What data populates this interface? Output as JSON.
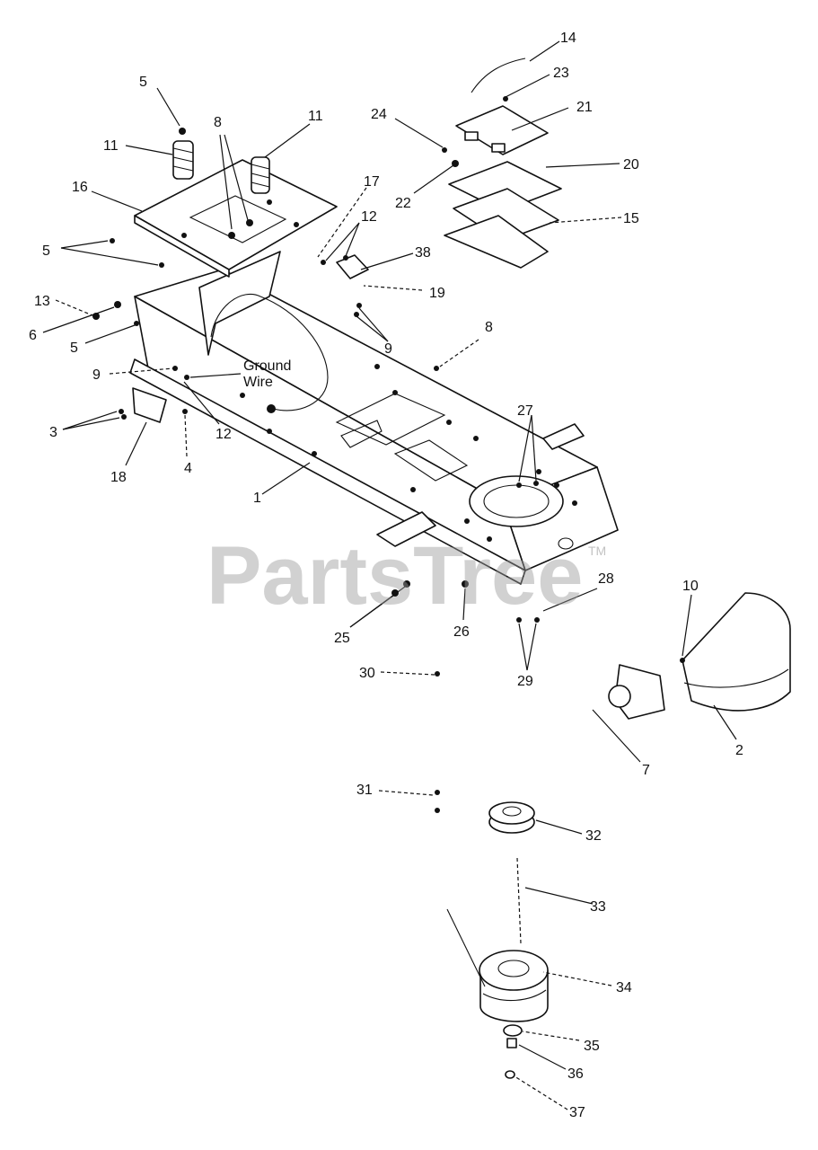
{
  "labels": {
    "l1": "1",
    "l2": "2",
    "l3": "3",
    "l4": "4",
    "l5a": "5",
    "l5b": "5",
    "l5c": "5",
    "l6": "6",
    "l7": "7",
    "l8a": "8",
    "l8b": "8",
    "l9a": "9",
    "l9b": "9",
    "l10": "10",
    "l11a": "11",
    "l11b": "11",
    "l12a": "12",
    "l12b": "12",
    "l13": "13",
    "l14": "14",
    "l15": "15",
    "l16": "16",
    "l17": "17",
    "l18": "18",
    "l19": "19",
    "l20": "20",
    "l21": "21",
    "l22": "22",
    "l23": "23",
    "l24": "24",
    "l25": "25",
    "l26": "26",
    "l27": "27",
    "l28": "28",
    "l29": "29",
    "l30": "30",
    "l31": "31",
    "l32": "32",
    "l33": "33",
    "l34": "34",
    "l35": "35",
    "l36": "36",
    "l37": "37",
    "l38": "38",
    "ground_1": "Ground",
    "ground_2": "Wire"
  },
  "watermark": {
    "text": "PartsTree",
    "tm": "TM"
  }
}
